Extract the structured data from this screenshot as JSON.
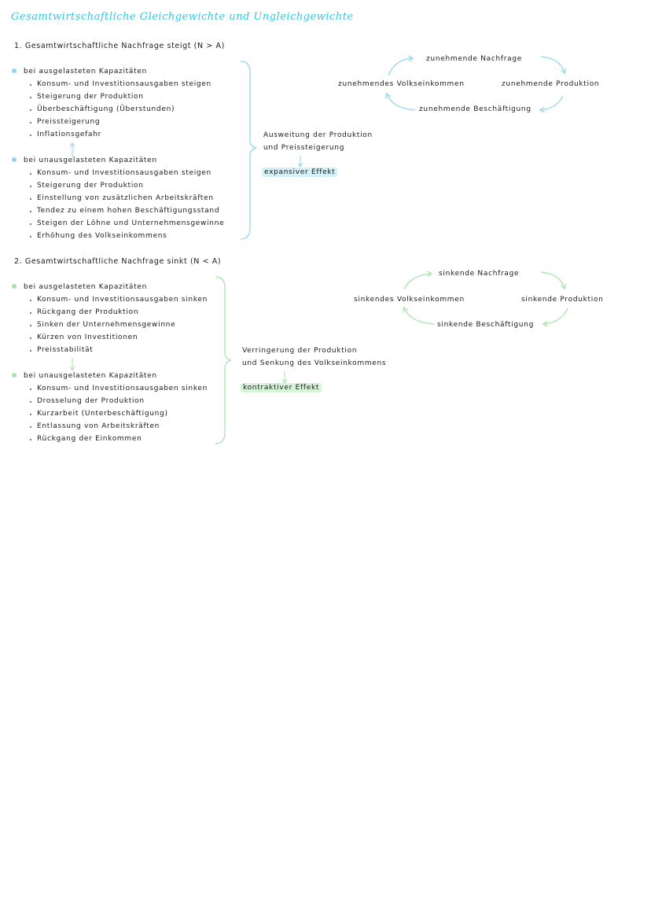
{
  "title": "Gesamtwirtschaftliche Gleichgewichte und Ungleichgewichte",
  "colors": {
    "title": "#34c6e0",
    "blue": "#8fd6ea",
    "green": "#a6e3aa",
    "blue_highlight": "#d2f1f8",
    "green_highlight": "#d6f4d8"
  },
  "section1": {
    "heading": "1. Gesamtwirtschaftliche Nachfrage steigt (N > A)",
    "group1": {
      "label": "bei ausgelasteten Kapazitäten",
      "items": [
        "Konsum- und Investitionsausgaben steigen",
        "Steigerung der Produktion",
        "Überbeschäftigung (Überstunden)",
        "Preissteigerung",
        "Inflationsgefahr"
      ]
    },
    "group2": {
      "label": "bei unausgelasteten Kapazitäten",
      "items": [
        "Konsum- und Investitionsausgaben steigen",
        "Steigerung der Produktion",
        "Einstellung von zusätzlichen Arbeitskräften",
        "Tendez zu einem hohen Beschäftigungsstand",
        "Steigen der Löhne und Unternehmensgewinne",
        "Erhöhung des Volkseinkommens"
      ]
    },
    "result": {
      "line1": "Ausweitung der Produktion",
      "line2": "und Preissteigerung",
      "effect": "expansiver Effekt"
    },
    "cycle": {
      "top": "zunehmende Nachfrage",
      "left": "zunehmendes Volkseinkommen",
      "right": "zunehmende Produktion",
      "bottom": "zunehmende Beschäftigung"
    }
  },
  "section2": {
    "heading": "2. Gesamtwirtschaftliche Nachfrage sinkt (N < A)",
    "group1": {
      "label": "bei ausgelasteten Kapazitäten",
      "items": [
        "Konsum- und Investitionsausgaben sinken",
        "Rückgang der Produktion",
        "Sinken der Unternehmensgewinne",
        "Kürzen von Investitionen",
        "Preisstabilität"
      ]
    },
    "group2": {
      "label": "bei unausgelasteten Kapazitäten",
      "items": [
        "Konsum- und Investitionsausgaben sinken",
        "Drosselung der Produktion",
        "Kurzarbeit (Unterbeschäftigung)",
        "Entlassung von Arbeitskräften",
        "Rückgang der Einkommen"
      ]
    },
    "result": {
      "line1": "Verringerung der Produktion",
      "line2": "und Senkung des Volkseinkommens",
      "effect": "kontraktiver Effekt"
    },
    "cycle": {
      "top": "sinkende Nachfrage",
      "left": "sinkendes Volkseinkommen",
      "right": "sinkende Produktion",
      "bottom": "sinkende Beschäftigung"
    }
  }
}
